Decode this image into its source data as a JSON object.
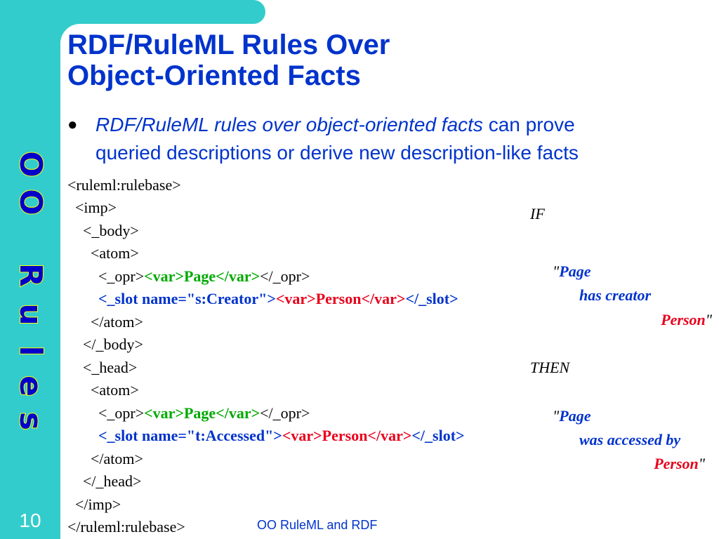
{
  "slide": {
    "number": "10",
    "title_lines": [
      "RDF/RuleML Rules Over",
      "Object-Oriented Facts"
    ],
    "sidebar_text": [
      "O",
      "O",
      " ",
      "R",
      "u",
      "l",
      "e",
      "s"
    ],
    "bullet": {
      "marker": "●",
      "italic": "RDF/RuleML rules over object-oriented facts",
      "rest_line1": " can prove",
      "line2": "queried descriptions or derive new description-like facts"
    },
    "footer": "OO RuleML and RDF"
  },
  "code": {
    "l1": "<ruleml:rulebase>",
    "l2": "  <imp>",
    "l3": "    <_body>",
    "l4": "      <atom>",
    "l5a": "        <_opr>",
    "l5b": "<var>Page</var>",
    "l5c": "</_opr>",
    "l6a": "        <_slot name=\"s:Creator\">",
    "l6b": "<var>Person</var>",
    "l6c": "</_slot>",
    "l7": "      </atom>",
    "l8": "    </_body>",
    "l9": "    <_head>",
    "l10": "      <atom>",
    "l11a": "        <_opr>",
    "l11b": "<var>Page</var>",
    "l11c": "</_opr>",
    "l12a": "        <_slot name=\"t:Accessed\">",
    "l12b": "<var>Person</var>",
    "l12c": "</_slot>",
    "l13": "      </atom>",
    "l14": "    </_head>",
    "l15": "  </imp>",
    "l16": "</ruleml:rulebase>"
  },
  "annotations": {
    "if": "IF",
    "body_q1": "\"",
    "body_page": "Page",
    "body_has_creator": "has creator",
    "body_person": "Person",
    "body_q2": "\"",
    "then": "THEN",
    "head_q1": "\"",
    "head_page": "Page",
    "head_accessed": "was accessed by",
    "head_person": "Person",
    "head_q2": "\""
  },
  "colors": {
    "sidebar": "#33CCCC",
    "title": "#0033CC",
    "green": "#00AA00",
    "red": "#E8001C",
    "sidebar_text": "#0000CC",
    "sidebar_outline": "#FFFF00"
  }
}
